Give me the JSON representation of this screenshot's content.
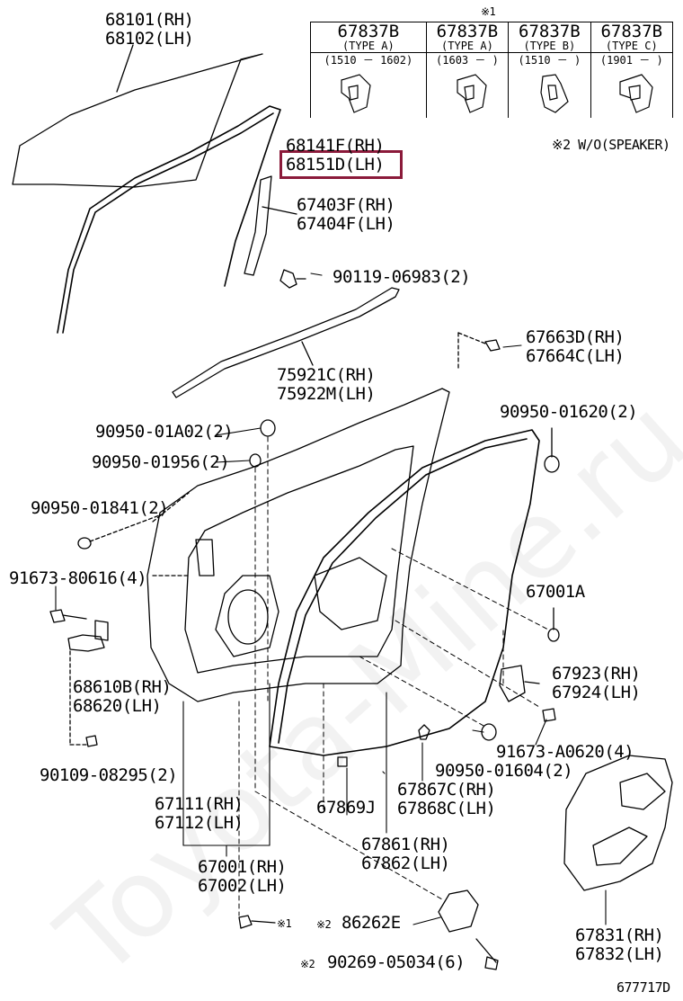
{
  "diagram_id": "677717D",
  "watermark": "Toyota-Mine.ru",
  "notes": {
    "note1_mark": "※1",
    "note2": "※2 W/O(SPEAKER)",
    "mark1": "※1",
    "mark2": "※2"
  },
  "clip_table": {
    "columns": [
      {
        "code": "67837B",
        "type": "(TYPE A)",
        "range": "(1510 － 1602)"
      },
      {
        "code": "67837B",
        "type": "(TYPE A)",
        "range": "(1603 －     )"
      },
      {
        "code": "67837B",
        "type": "(TYPE B)",
        "range": "(1510 －     )"
      },
      {
        "code": "67837B",
        "type": "(TYPE C)",
        "range": "(1901 －     )"
      }
    ]
  },
  "parts": {
    "p68101": {
      "line1": "68101(RH)",
      "line2": "68102(LH)"
    },
    "p68141": {
      "line1": "68141F(RH)",
      "line2": "68151D(LH)"
    },
    "p67403": {
      "line1": "67403F(RH)",
      "line2": "67404F(LH)"
    },
    "p90119": "90119-06983(2)",
    "p67663": {
      "line1": "67663D(RH)",
      "line2": "67664C(LH)"
    },
    "p75921": {
      "line1": "75921C(RH)",
      "line2": "75922M(LH)"
    },
    "p90950a02": "90950-01A02(2)",
    "p90950_1620": "90950-01620(2)",
    "p90950_1956": "90950-01956(2)",
    "p90950_1841": "90950-01841(2)",
    "p91673_80616": "91673-80616(4)",
    "p67001a": "67001A",
    "p68610": {
      "line1": "68610B(RH)",
      "line2": "68620(LH)"
    },
    "p67923": {
      "line1": "67923(RH)",
      "line2": "67924(LH)"
    },
    "p91673_a0620": "91673-A0620(4)",
    "p90109": "90109-08295(2)",
    "p90950_1604": "90950-01604(2)",
    "p67111": {
      "line1": "67111(RH)",
      "line2": "67112(LH)"
    },
    "p67869": "67869J",
    "p67867": {
      "line1": "67867C(RH)",
      "line2": "67868C(LH)"
    },
    "p67861": {
      "line1": "67861(RH)",
      "line2": "67862(LH)"
    },
    "p67001": {
      "line1": "67001(RH)",
      "line2": "67002(LH)"
    },
    "p67831": {
      "line1": "67831(RH)",
      "line2": "67832(LH)"
    },
    "p86262": "86262E",
    "p90269": "90269-05034(6)"
  }
}
